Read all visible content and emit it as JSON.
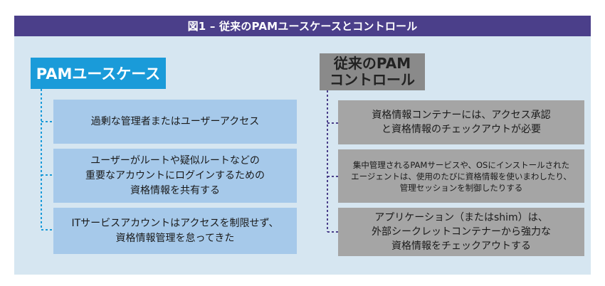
{
  "title": "図1 – 従来のPAMユースケースとコントロール",
  "left_column": {
    "header": "PAMユースケース",
    "items": [
      {
        "lines": [
          "過剰な管理者またはユーザーアクセス"
        ]
      },
      {
        "lines": [
          "ユーザーがルートや疑似ルートなどの",
          "重要なアカウントにログインするための",
          "資格情報を共有する"
        ]
      },
      {
        "lines": [
          "ITサービスアカウントはアクセスを制限せず、",
          "資格情報管理を怠ってきた"
        ]
      }
    ]
  },
  "right_column": {
    "header_lines": [
      "従来のPAM",
      "コントロール"
    ],
    "items": [
      {
        "lines": [
          "資格情報コンテナーには、アクセス承認",
          "と資格情報のチェックアウトが必要"
        ]
      },
      {
        "lines": [
          "集中管理されるPAMサービスや、OSにインストールされた",
          "エージェントは、使用のたびに資格情報を使いまわしたり、",
          "管理セッションを制御したりする"
        ]
      },
      {
        "lines": [
          "アプリケーション（またはshim）は、",
          "外部シークレットコンテナーから強力な",
          "資格情報をチェックアウトする"
        ]
      }
    ]
  },
  "colors": {
    "title_bar": "#4b3f8a",
    "panel": "#d6e6f1",
    "left_header": "#1a9bd9",
    "left_box": "#a6c9ea",
    "right_header": "#8a8a8a",
    "right_box": "#a5a5a5",
    "connector_left": "#1a9bd9",
    "connector_right": "#4b3f8a"
  }
}
